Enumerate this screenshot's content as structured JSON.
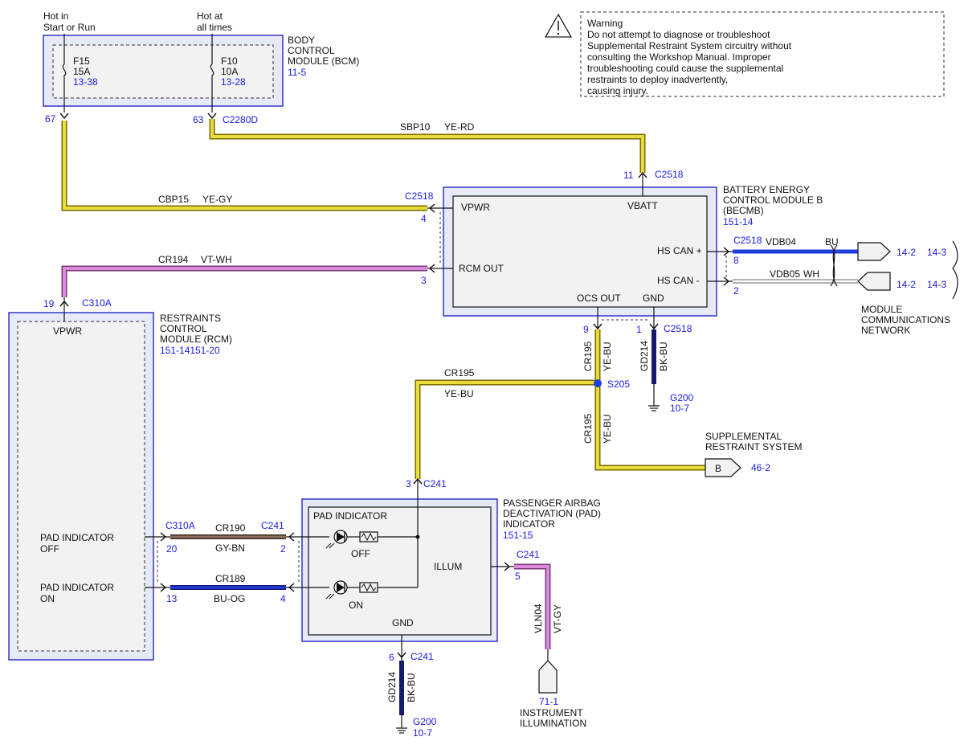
{
  "warning": {
    "title": "Warning",
    "lines": [
      "Do not attempt to diagnose or troubleshoot",
      "Supplemental Restraint System circuitry without",
      "consulting the Workshop Manual. Improper",
      "troubleshooting could cause the supplemental",
      "restraints to deploy inadvertently,",
      "causing injury."
    ]
  },
  "power": {
    "hot_start_run": [
      "Hot in",
      "Start or Run"
    ],
    "hot_always": [
      "Hot at",
      "all times"
    ]
  },
  "bcm": {
    "name_lines": [
      "BODY",
      "CONTROL",
      "MODULE (BCM)"
    ],
    "ref": "11-5",
    "fuse1": {
      "name": "F15",
      "rating": "15A",
      "ref": "13-38"
    },
    "fuse2": {
      "name": "F10",
      "rating": "10A",
      "ref": "13-28"
    },
    "pin_67": "67",
    "pin_63": "63",
    "connector": "C2280D"
  },
  "becmb": {
    "name_lines": [
      "BATTERY ENERGY",
      "CONTROL MODULE B",
      "(BECMB)"
    ],
    "ref": "151-14",
    "vbatt": "VBATT",
    "vpwr": "VPWR",
    "rcm_out": "RCM OUT",
    "hs_can_plus": "HS CAN +",
    "hs_can_minus": "HS CAN -",
    "ocs_out": "OCS OUT",
    "gnd": "GND",
    "connector": "C2518",
    "pin_11": "11",
    "pin_4": "4",
    "pin_3": "3",
    "pin_8": "8",
    "pin_2": "2",
    "pin_9": "9",
    "pin_1": "1"
  },
  "rcm": {
    "name_lines": [
      "RESTRAINTS",
      "CONTROL",
      "MODULE (RCM)"
    ],
    "ref": "151-14151-20",
    "connector": "C310A",
    "pin_19": "19",
    "pin_20": "20",
    "pin_13": "13",
    "vpwr": "VPWR",
    "pad_off": [
      "PAD INDICATOR",
      "OFF"
    ],
    "pad_on": [
      "PAD INDICATOR",
      "ON"
    ]
  },
  "pad": {
    "name_lines": [
      "PASSENGER AIRBAG",
      "DEACTIVATION (PAD)",
      "INDICATOR"
    ],
    "ref": "151-15",
    "inner_title": "PAD INDICATOR",
    "off": "OFF",
    "on": "ON",
    "illum": "ILLUM",
    "gnd": "GND",
    "connector": "C241",
    "pin_3": "3",
    "pin_2": "2",
    "pin_4": "4",
    "pin_5": "5",
    "pin_6": "6"
  },
  "wires": {
    "sbp10": {
      "circuit": "SBP10",
      "color": "YE-RD"
    },
    "cbp15": {
      "circuit": "CBP15",
      "color": "YE-GY"
    },
    "cr194": {
      "circuit": "CR194",
      "color": "VT-WH"
    },
    "vdb04": {
      "circuit": "VDB04",
      "color": "BU"
    },
    "vdb05": {
      "circuit": "VDB05",
      "color": "WH"
    },
    "cr195_top": {
      "circuit": "CR195",
      "color": "YE-BU"
    },
    "cr195_h": {
      "circuit": "CR195",
      "color": "YE-BU"
    },
    "cr195_low": {
      "circuit": "CR195",
      "color": "YE-BU"
    },
    "gd214_top": {
      "circuit": "GD214",
      "color": "BK-BU"
    },
    "gd214_low": {
      "circuit": "GD214",
      "color": "BK-BU"
    },
    "cr190": {
      "circuit": "CR190",
      "color": "GY-BN"
    },
    "cr189": {
      "circuit": "CR189",
      "color": "BU-OG"
    },
    "vln04": {
      "circuit": "VLN04",
      "color": "VT-GY"
    }
  },
  "splice": "S205",
  "ground_top": {
    "name": "G200",
    "ref": "10-7"
  },
  "ground_low": {
    "name": "G200",
    "ref": "10-7"
  },
  "srs": {
    "lines": [
      "SUPPLEMENTAL",
      "RESTRAINT SYSTEM"
    ],
    "letter": "B",
    "ref": "46-2"
  },
  "network": {
    "lines": [
      "MODULE",
      "COMMUNICATIONS",
      "NETWORK"
    ],
    "ref_a": "14-2",
    "ref_b": "14-3"
  },
  "illumination": {
    "ref": "71-1",
    "lines": [
      "INSTRUMENT",
      "ILLUMINATION"
    ]
  },
  "colors": {
    "yellow": "#e8dc3c",
    "violet": "#d98ad9",
    "blue": "#1f3fe0",
    "dark_blue": "#141a6e",
    "gray_brown": "#8a7060",
    "ref_blue": "#1a1ae6",
    "module_border": "#3333cc"
  }
}
